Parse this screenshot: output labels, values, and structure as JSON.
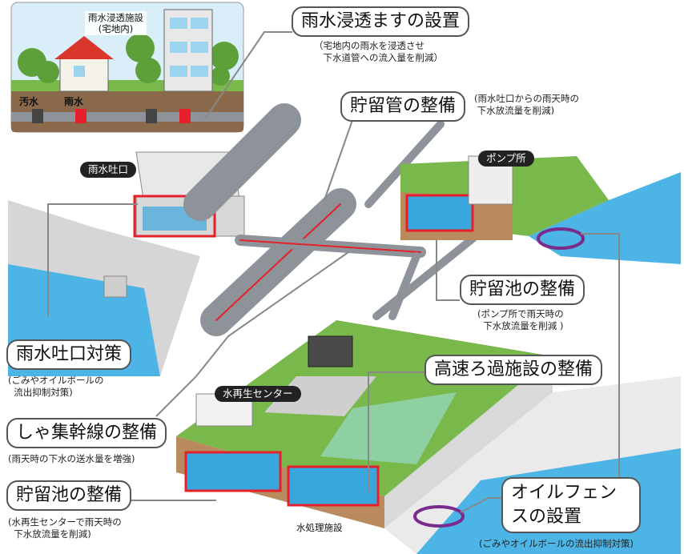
{
  "callouts": {
    "infiltration_basin": "雨水浸透ますの設置",
    "storage_pipe": "貯留管の整備",
    "storage_pond_pump": "貯留池の整備",
    "high_speed_filtration": "高速ろ過施設の整備",
    "outfall_measures": "雨水吐口対策",
    "trunk_sewer": "しゃ集幹線の整備",
    "storage_pond_center": "貯留池の整備",
    "oil_fence": "オイルフェンスの設置"
  },
  "notes": {
    "infiltration_basin": "（宅地内の雨水を浸透させ\n　下水道管への流入量を削減）",
    "storage_pipe": "(雨水吐口からの雨天時の\n 下水放流量を削減)",
    "storage_pond_pump": "(ポンプ所で雨天時の\n  下水放流量を削減 )",
    "outfall_measures": "(ごみやオイルボールの\n  流出抑制対策)",
    "trunk_sewer": "(雨天時の下水の送水量を増強)",
    "storage_pond_center": "(水再生センターで雨天時の\n  下水放流量を削減)",
    "oil_fence": "(ごみやオイルボールの流出抑制対策)"
  },
  "tags": {
    "outfall": "雨水吐口",
    "pump_station": "ポンプ所",
    "water_center": "水再生センター"
  },
  "labels": {
    "infiltration_facility": "雨水浸透施設\n(宅地内)",
    "sewage": "汚水",
    "rainwater": "雨水",
    "treatment_facility": "水処理施設"
  },
  "colors": {
    "pipe": "#8e939a",
    "highlight": "#e5202a",
    "water": "#3aa6de",
    "grass": "#79b84a",
    "soil": "#b98a5e"
  }
}
